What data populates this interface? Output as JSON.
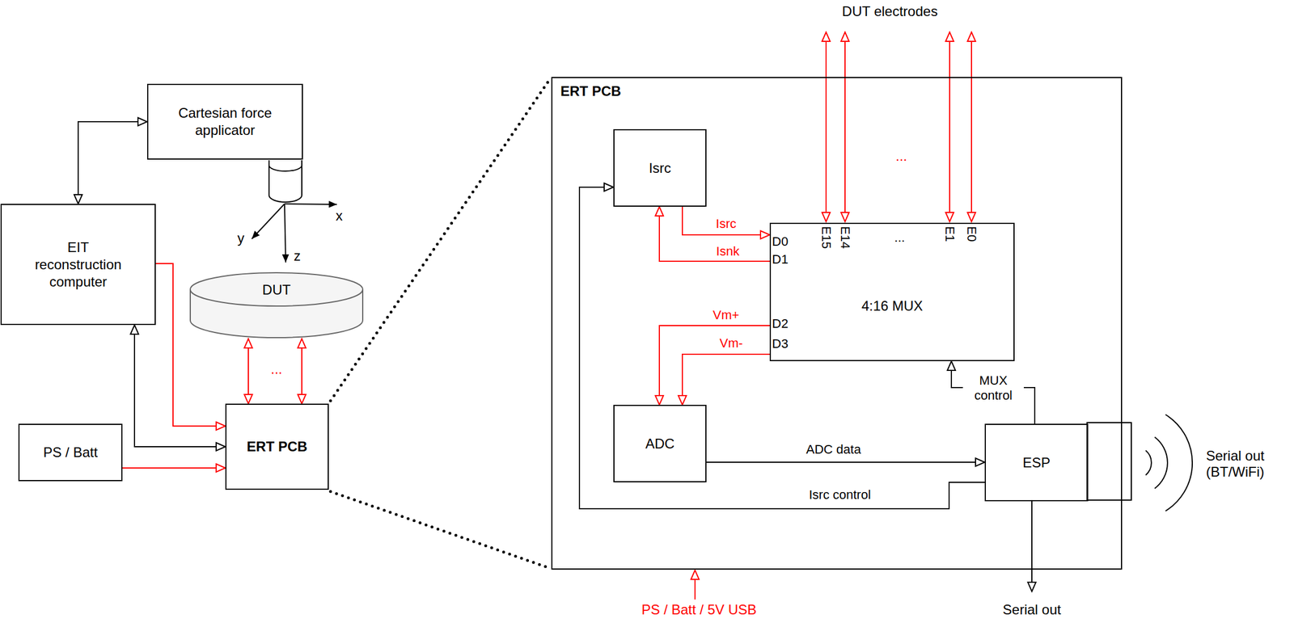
{
  "diagram": {
    "nodes": [
      {
        "text": [
          "Cartesian force applicator"
        ]
      },
      {
        "text": [
          "EIT reconstruction computer"
        ]
      },
      {
        "text": [
          "DUT"
        ]
      },
      {
        "text": [
          "PS / Batt"
        ]
      },
      {
        "text": [
          "ERT PCB"
        ]
      },
      {
        "text": [
          "ERT PCB"
        ]
      },
      {
        "text": [
          "Isrc"
        ],
        "in": 5
      },
      {
        "text": [
          "4:16 MUX"
        ],
        "in": 5
      },
      {
        "text": [
          "ADC"
        ],
        "in": 5
      },
      {
        "text": [
          "ESP"
        ],
        "in": 5
      }
    ],
    "edges": [
      {
        "from": 1,
        "to": 0,
        "arrow": "both"
      },
      {
        "from": 1,
        "to": 4,
        "arrow": "to"
      },
      {
        "from": 4,
        "to": 1,
        "arrow": "both"
      },
      {
        "from": 3,
        "to": 4,
        "arrow": "to"
      },
      {
        "from": 2,
        "to": 4,
        "arrow": "both"
      },
      {
        "from": 2,
        "to": 4,
        "arrow": "both"
      },
      {
        "from": 6,
        "to": 7,
        "label": "Isrc",
        "arrow": "to"
      },
      {
        "from": 7,
        "to": 6,
        "label": "Isnk",
        "arrow": "to"
      },
      {
        "from": 7,
        "to": 8,
        "label": "Vm+",
        "arrow": "to"
      },
      {
        "from": 7,
        "to": 8,
        "label": "Vm-",
        "arrow": "to"
      },
      {
        "from": 8,
        "to": 9,
        "label": "ADC data",
        "arrow": "to"
      },
      {
        "from": 9,
        "to": 7,
        "label": "MUX control",
        "arrow": "to"
      },
      {
        "from": 9,
        "to": 6,
        "label": "Isrc control",
        "arrow": "to"
      }
    ],
    "labels": [
      "DUT electrodes",
      "...",
      "E15",
      "E14",
      "...",
      "E1",
      "E0",
      "D0",
      "D1",
      "D2",
      "D3",
      "x",
      "y",
      "z",
      "...",
      "PS / Batt / 5V USB",
      "Serial out",
      "Serial out (BT/WiFi)"
    ]
  }
}
